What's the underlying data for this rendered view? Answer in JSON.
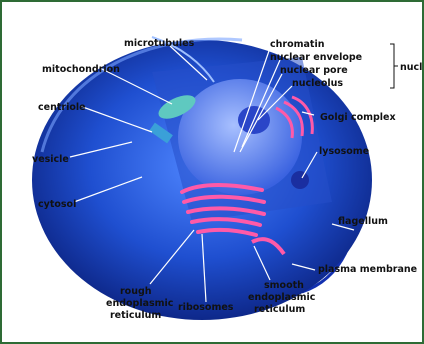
{
  "labels": {
    "microtubules": "microtubules",
    "chromatin": "chromatin",
    "nuclear_envelope": "nuclear envelope",
    "nuclear_pore": "nuclear pore",
    "nucleolus": "nucleolus",
    "nucleus_partial": "nucl",
    "mitochondrion": "mitochondrion",
    "centriole": "centriole",
    "vesicle": "vesicle",
    "cytosol": "cytosol",
    "golgi": "Golgi complex",
    "lysosome": "lysosome",
    "flagellum": "flagellum",
    "plasma_membrane": "plasma membrane",
    "rough_er_1": "rough",
    "rough_er_2": "endoplasmic",
    "rough_er_3": "reticulum",
    "ribosomes": "ribosomes",
    "smooth_er_1": "smooth",
    "smooth_er_2": "endoplasmic",
    "smooth_er_3": "reticulum"
  },
  "colors": {
    "frame": "#2e6b35",
    "cell_dark": "#0a1f7a",
    "cell_mid": "#1f4fd0",
    "cell_light": "#4f86ff",
    "nucleus": "#6f93ff",
    "er": "#ff5aa8",
    "pointer": "#ffffff"
  }
}
